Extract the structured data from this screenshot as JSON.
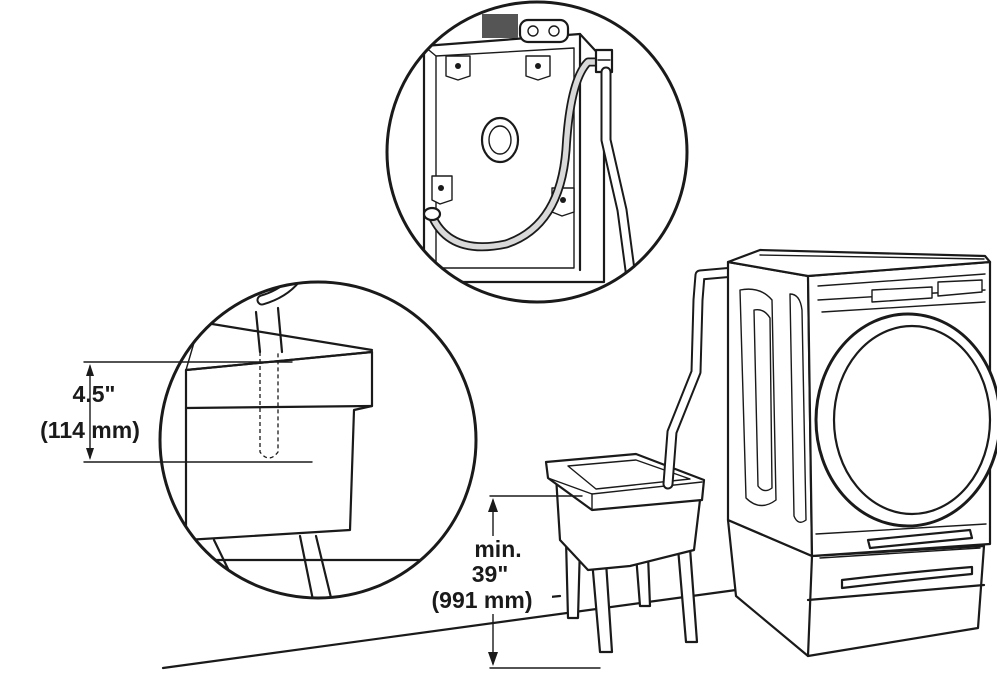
{
  "diagram": {
    "labels": {
      "standpipe_height": "4.5\"",
      "standpipe_height_metric": "(114 mm)",
      "tub_height_min": "min.",
      "tub_height_value": "39\"",
      "tub_height_metric": "(991 mm)"
    },
    "colors": {
      "line": "#1a1a1a",
      "hose_fill": "#d9d9d9",
      "background": "#ffffff"
    }
  }
}
